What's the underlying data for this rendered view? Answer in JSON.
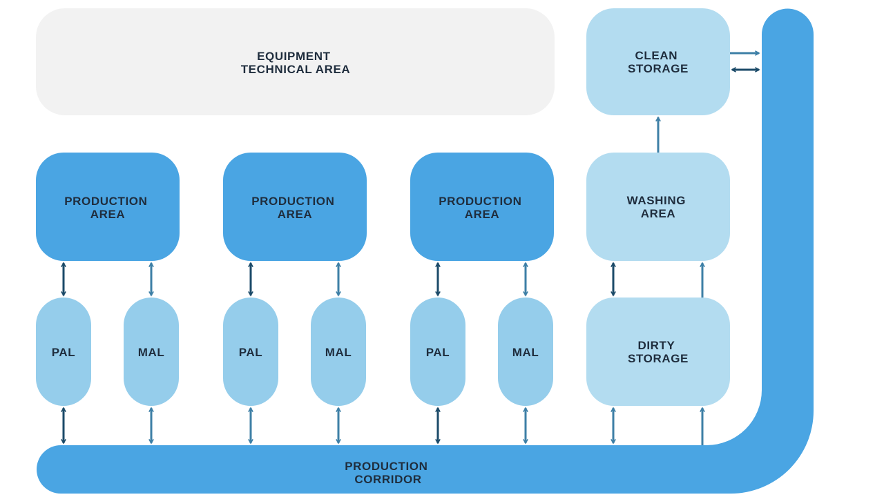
{
  "areas": {
    "equipment": [
      "EQUIPMENT",
      "TECHNICAL AREA"
    ],
    "production_1": [
      "PRODUCTION",
      "AREA"
    ],
    "production_2": [
      "PRODUCTION",
      "AREA"
    ],
    "production_3": [
      "PRODUCTION",
      "AREA"
    ],
    "clean_storage": [
      "CLEAN",
      "STORAGE"
    ],
    "washing": [
      "WASHING",
      "AREA"
    ],
    "dirty_storage": [
      "DIRTY",
      "STORAGE"
    ],
    "pal_1": "PAL",
    "mal_1": "MAL",
    "pal_2": "PAL",
    "mal_2": "MAL",
    "pal_3": "PAL",
    "mal_3": "MAL",
    "corridor": [
      "PRODUCTION",
      "CORRIDOR"
    ]
  },
  "colors": {
    "production": "#4aa5e3",
    "corridor": "#4aa5e3",
    "airlock": "#95cdeb",
    "light_area": "#b3dcf0",
    "technical": "#f2f2f2",
    "arrow_dark": "#1b4a68",
    "arrow_mid": "#3d7fa6",
    "text": "#1f2d3d"
  }
}
